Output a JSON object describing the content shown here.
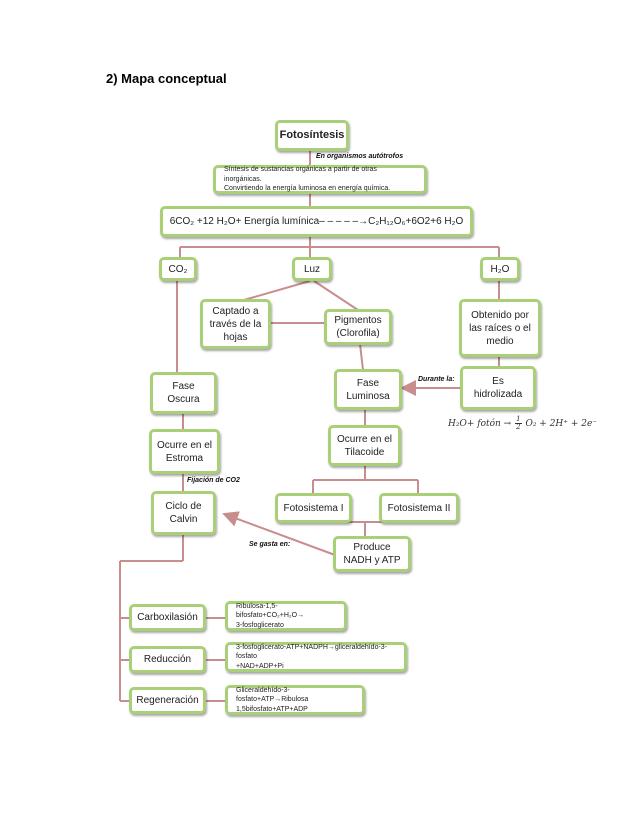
{
  "heading": "2) Mapa conceptual",
  "nodes": {
    "fotosintesis": "Fotosíntesis",
    "sintesis_line1": "Síntesis de sustancias orgánicas a partir de otras inorgánicas.",
    "sintesis_line2": "Convirtiendo la energía luminosa en energía química.",
    "ecuacion": "6CO₂ +12 H₂O+ Energía lumínica– – – – –→C₂H₁₂O₆+6O2+6 H₂O",
    "co2": "CO₂",
    "luz": "Luz",
    "h2o": "H₂O",
    "captado": "Captado a través de la hojas",
    "pigmentos": "Pigmentos (Clorofila)",
    "obtenido": "Obtenido por las raíces o el medio",
    "fase_oscura": "Fase Oscura",
    "fase_luminosa": "Fase Luminosa",
    "es_hidrolizada": "Es hidrolizada",
    "ocurre_estroma": "Ocurre en el Estroma",
    "ocurre_tilacoide": "Ocurre en el Tilacoide",
    "ciclo_calvin": "Ciclo de Calvin",
    "fotosistema_1": "Fotosistema I",
    "fotosistema_2": "Fotosistema II",
    "produce": "Produce NADH y ATP",
    "carboxilacion": "Carboxilasión",
    "reduccion": "Reducción",
    "regeneracion": "Regeneración",
    "carbox_line1": "Ribulosa-1,5-bifosfato+CO₂+H₂O→",
    "carbox_line2": "3-fosfoglicerato",
    "reduc_line1": "3-fosfoglicerato-ATP+NADPH→gliceraldehído-3-fosfato",
    "reduc_line2": "+NAD+ADP+Pi",
    "regen_line1": "Gliceraldehído-3-fosfato+ATP→Ribulosa",
    "regen_line2": "1,5bifosfato+ATP+ADP"
  },
  "labels": {
    "en_organismos": "En organismos autótrofos",
    "durante": "Durante la:",
    "fijacion": "Fijación de CO2",
    "se_gasta": "Se gasta en:"
  },
  "formula": {
    "lhs": "H₂O+ fotón →",
    "num": "1",
    "den": "2",
    "rhs": "O₂ + 2H⁺ + 2e⁻"
  },
  "colors": {
    "box_border": "#a9cf77",
    "connector": "#c98d8d"
  }
}
